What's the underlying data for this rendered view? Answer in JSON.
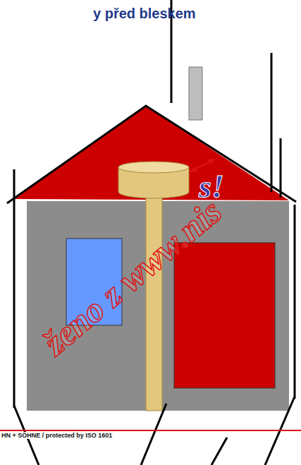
{
  "diagram": {
    "title": "y před bleskem",
    "labels": [
      "s!",
      "HN + SÖHNE / protected by ISO 1601",
      "ženo z www.nis"
    ]
  }
}
